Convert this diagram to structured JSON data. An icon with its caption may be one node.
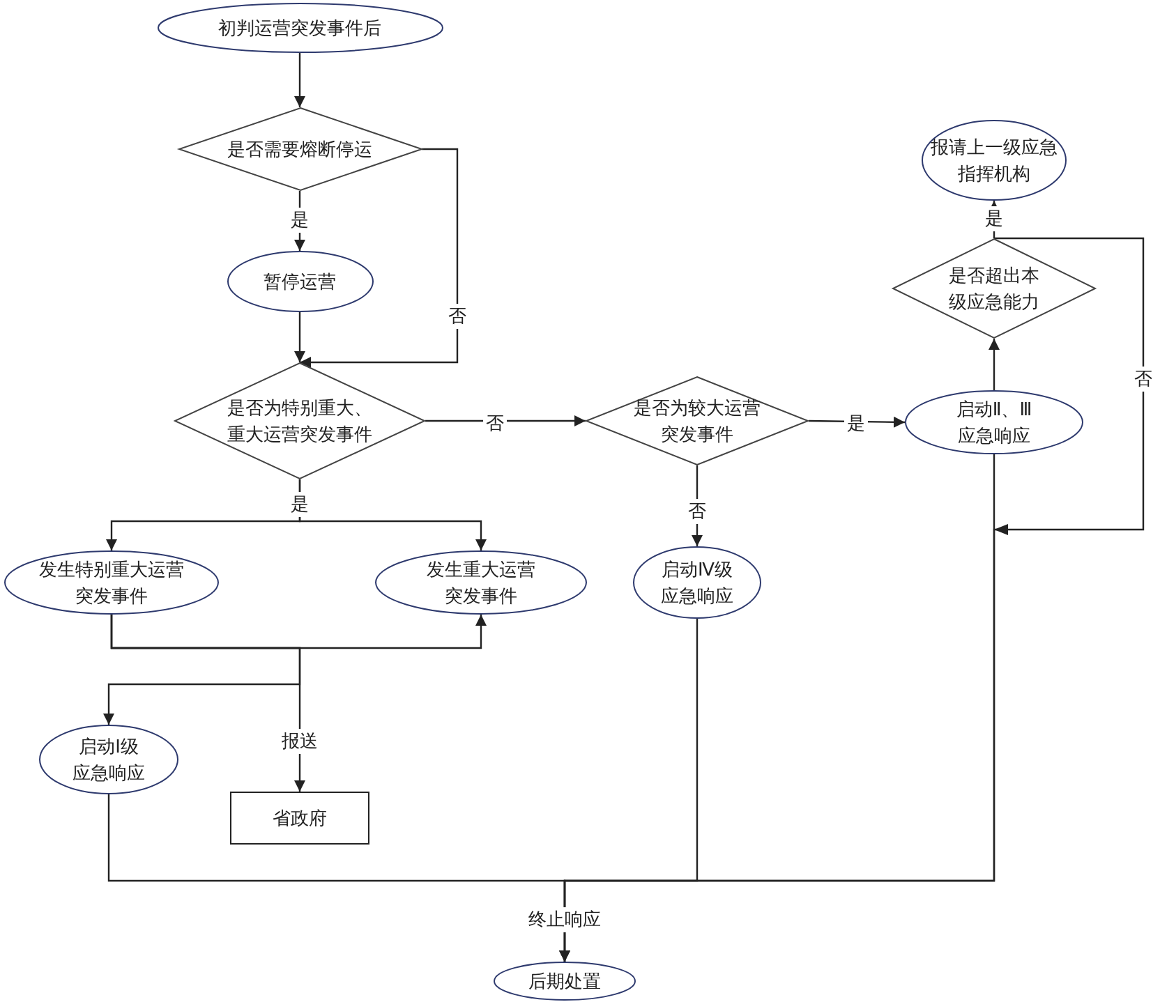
{
  "diagram": {
    "nodes": [
      {
        "text": [
          "初判运营突发事件后"
        ]
      },
      {
        "text": [
          "是否需要熔断停运"
        ]
      },
      {
        "text": [
          "暂停运营"
        ]
      },
      {
        "text": [
          "是否为特别重大、重大运营突发事件"
        ]
      },
      {
        "text": [
          "是否为较大运营突发事件"
        ]
      },
      {
        "text": [
          "启动Ⅱ、Ⅲ应急响应"
        ]
      },
      {
        "text": [
          "是否超出本级应急能力"
        ]
      },
      {
        "text": [
          "报请上一级应急指挥机构"
        ]
      },
      {
        "text": [
          "发生特别重大运营突发事件"
        ]
      },
      {
        "text": [
          "发生重大运营突发事件"
        ]
      },
      {
        "text": [
          "启动Ⅳ级应急响应"
        ]
      },
      {
        "text": [
          "启动Ⅰ级应急响应"
        ]
      },
      {
        "text": [
          "省政府"
        ]
      },
      {
        "text": [
          "后期处置"
        ]
      }
    ],
    "edges": [
      {
        "from": 0,
        "to": 1,
        "arrow": "to"
      },
      {
        "from": 1,
        "to": 2,
        "arrow": "to",
        "label": "是"
      },
      {
        "from": 1,
        "to": 3,
        "arrow": "to",
        "label": "否"
      },
      {
        "from": 2,
        "to": 3,
        "arrow": "to"
      },
      {
        "from": 3,
        "to": 4,
        "arrow": "to",
        "label": "否"
      },
      {
        "from": 4,
        "to": 5,
        "arrow": "to",
        "label": "是"
      },
      {
        "from": 5,
        "to": 6,
        "arrow": "to"
      },
      {
        "from": 6,
        "to": 7,
        "arrow": "to",
        "label": "是"
      },
      {
        "from": 6,
        "to": 13,
        "arrow": "to",
        "label": "否"
      },
      {
        "from": 3,
        "to": 8,
        "arrow": "to",
        "label": "是"
      },
      {
        "from": 3,
        "to": 9,
        "arrow": "to"
      },
      {
        "from": 4,
        "to": 10,
        "arrow": "to",
        "label": "否"
      },
      {
        "from": 8,
        "to": 9,
        "arrow": "to"
      },
      {
        "from": 8,
        "to": 11,
        "arrow": "to"
      },
      {
        "from": 8,
        "to": 12,
        "arrow": "to",
        "label": "报送"
      },
      {
        "from": 11,
        "to": 13,
        "arrow": "to",
        "label": "终止响应"
      },
      {
        "from": 10,
        "to": 13,
        "arrow": "to"
      },
      {
        "from": 5,
        "to": 13,
        "arrow": "to"
      }
    ]
  }
}
